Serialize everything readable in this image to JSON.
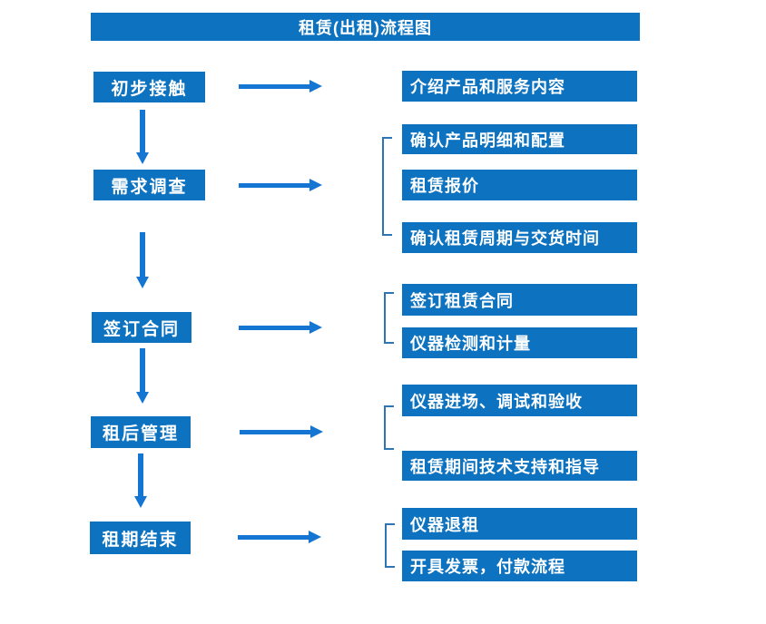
{
  "title": "租赁(出租)流程图",
  "colors": {
    "box_blue": "#0d72bf",
    "arrow_blue": "#1476d2",
    "bracket_blue": "#2e75b6",
    "text_white": "#ffffff",
    "background": "#ffffff"
  },
  "stages": [
    {
      "label": "初步接触",
      "outputs": [
        "介绍产品和服务内容"
      ]
    },
    {
      "label": "需求调查",
      "outputs": [
        "确认产品明细和配置",
        "租赁报价",
        "确认租赁周期与交货时间"
      ]
    },
    {
      "label": "签订合同",
      "outputs": [
        "签订租赁合同",
        "仪器检测和计量"
      ]
    },
    {
      "label": "租后管理",
      "outputs": [
        "仪器进场、调试和验收",
        "租赁期间技术支持和指导"
      ]
    },
    {
      "label": "租期结束",
      "outputs": [
        "仪器退租",
        "开具发票，付款流程"
      ]
    }
  ]
}
